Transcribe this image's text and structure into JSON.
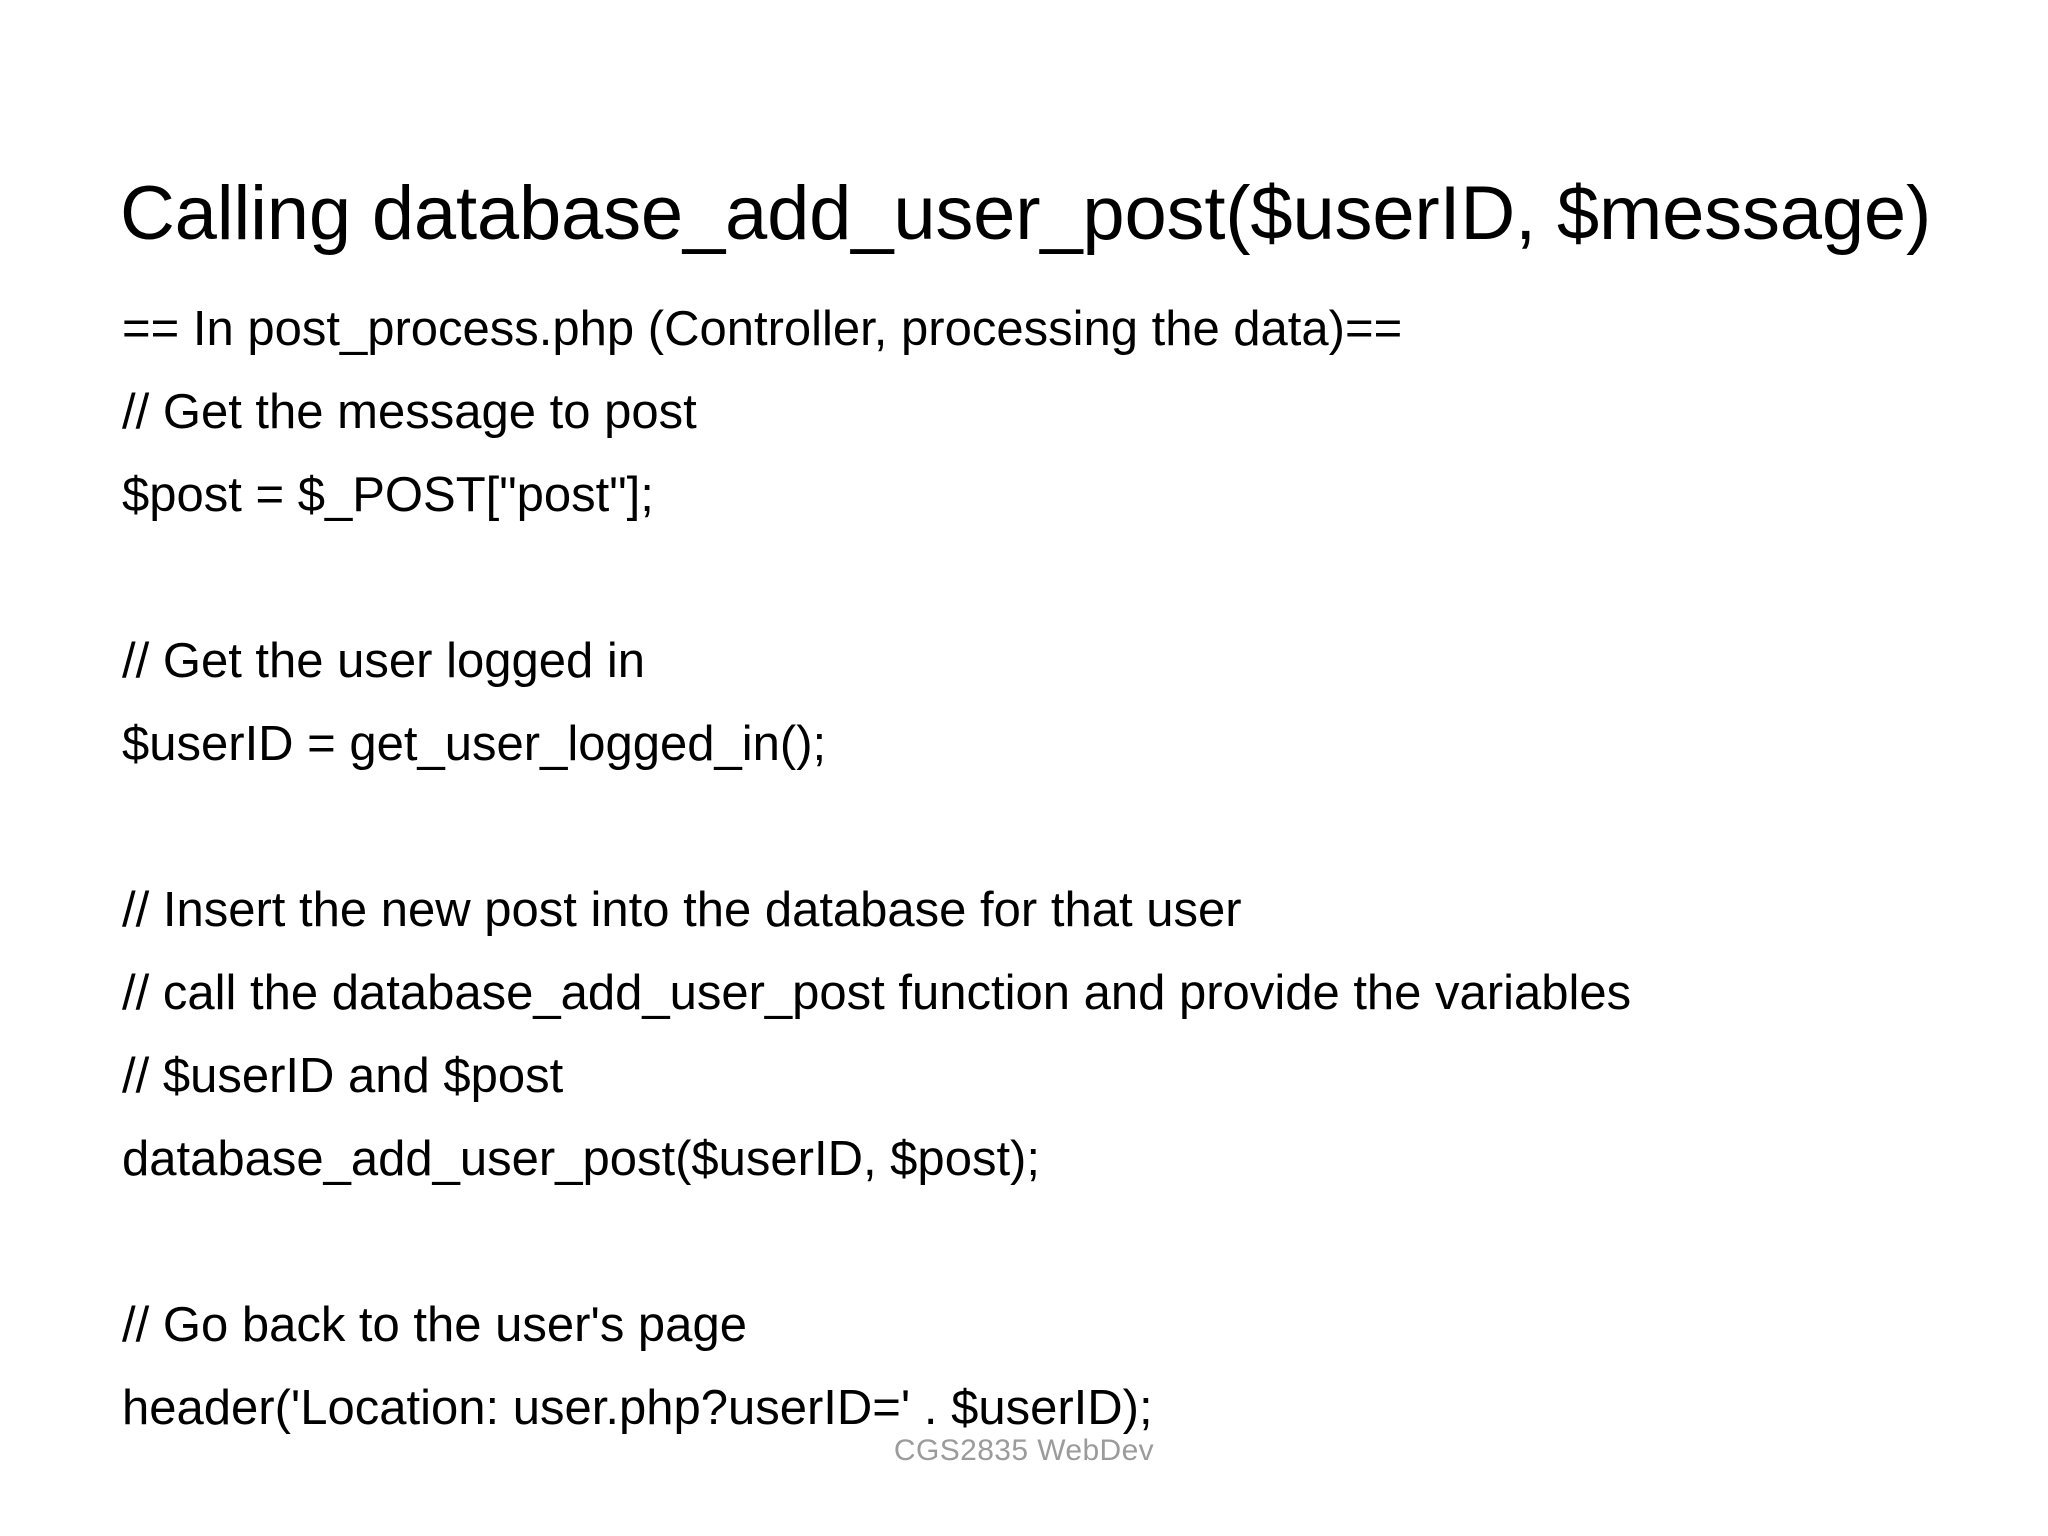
{
  "slide": {
    "title": "Calling database_add_user_post($userID, $message)",
    "body_lines": [
      "== In post_process.php (Controller, processing the data)==",
      "// Get the message to post",
      "$post = $_POST[\"post\"];",
      "",
      "// Get the user logged in",
      "$userID = get_user_logged_in();",
      "",
      "// Insert the new post into the database for that user",
      "// call the database_add_user_post function and provide the variables",
      "// $userID and $post",
      "database_add_user_post($userID, $post);",
      "",
      "// Go back to the user's page",
      "header('Location: user.php?userID=' . $userID);"
    ],
    "footer": "CGS2835 WebDev",
    "colors": {
      "background": "#ffffff",
      "text": "#000000",
      "footer_text": "#9b9b9b"
    }
  }
}
